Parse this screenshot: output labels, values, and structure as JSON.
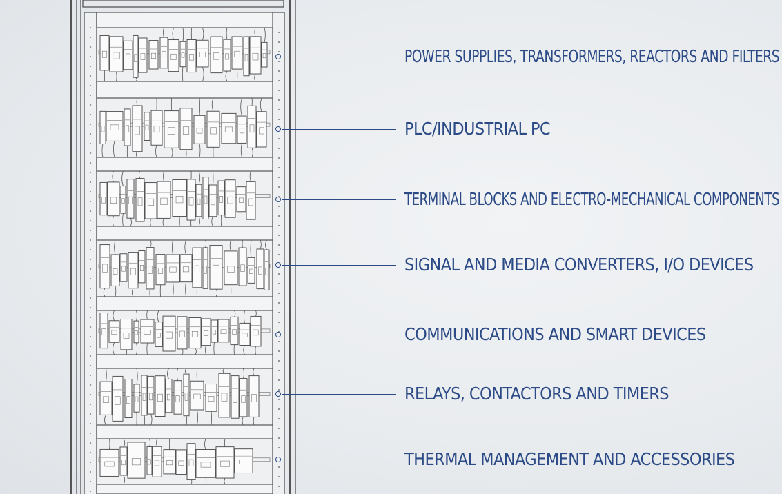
{
  "callouts": [
    {
      "label": "POWER SUPPLIES, TRANSFORMERS, REACTORS AND FILTERS"
    },
    {
      "label": "PLC/INDUSTRIAL PC"
    },
    {
      "label": "TERMINAL BLOCKS AND ELECTRO-MECHANICAL COMPONENTS"
    },
    {
      "label": "SIGNAL AND MEDIA CONVERTERS, I/O DEVICES"
    },
    {
      "label": "COMMUNICATIONS AND SMART DEVICES"
    },
    {
      "label": "RELAYS, CONTACTORS AND TIMERS"
    },
    {
      "label": "THERMAL MANAGEMENT AND ACCESSORIES"
    }
  ],
  "colors": {
    "accent": "#2b4a86",
    "cabinet_stroke": "#555555",
    "background": "#e9ecef"
  }
}
